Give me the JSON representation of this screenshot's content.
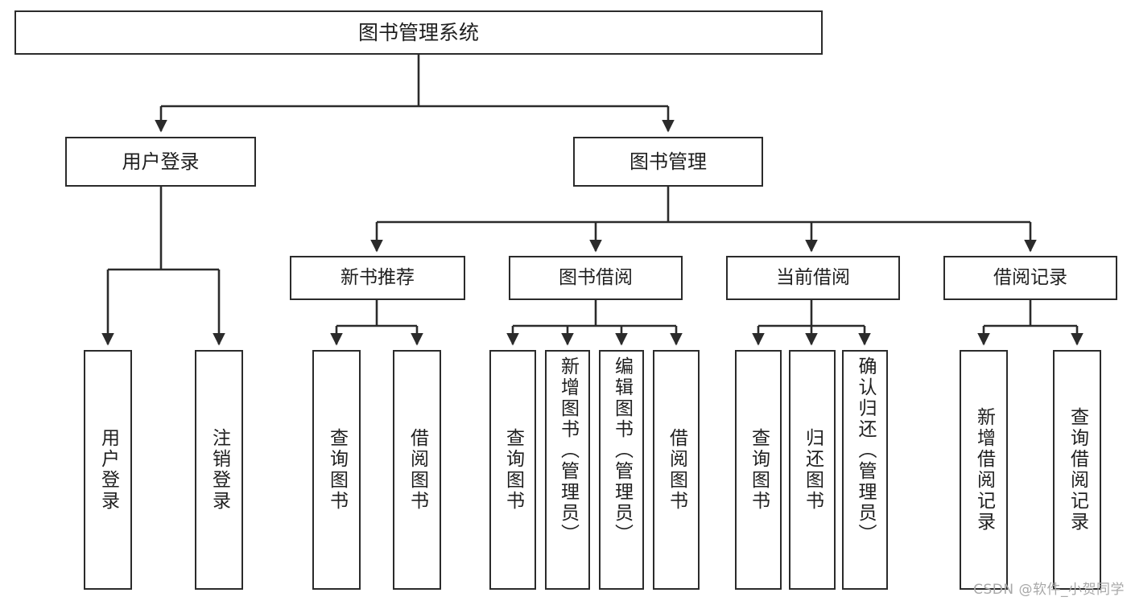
{
  "diagram": {
    "title": "图书管理系统",
    "watermark": "CSDN @软件_小贺同学",
    "root": {
      "label": "图书管理系统"
    },
    "level2": [
      {
        "label": "用户登录"
      },
      {
        "label": "图书管理"
      }
    ],
    "level3": [
      {
        "label": "新书推荐"
      },
      {
        "label": "图书借阅"
      },
      {
        "label": "当前借阅"
      },
      {
        "label": "借阅记录"
      }
    ],
    "leaves": {
      "user_login": [
        {
          "label": "用户登录"
        },
        {
          "label": "注销登录"
        }
      ],
      "new_book_recommend": [
        {
          "label": "查询图书"
        },
        {
          "label": "借阅图书"
        }
      ],
      "book_borrow": [
        {
          "label": "查询图书"
        },
        {
          "label": "新增图书（管理员）"
        },
        {
          "label": "编辑图书（管理员）"
        },
        {
          "label": "借阅图书"
        }
      ],
      "current_borrow": [
        {
          "label": "查询图书"
        },
        {
          "label": "归还图书"
        },
        {
          "label": "确认归还（管理员）"
        }
      ],
      "borrow_record": [
        {
          "label": "新增借阅记录"
        },
        {
          "label": "查询借阅记录"
        }
      ]
    },
    "colors": {
      "stroke": "#2b2b2b",
      "background": "#ffffff",
      "text": "#1f1f1f",
      "watermark": "#a8a8a8"
    }
  }
}
